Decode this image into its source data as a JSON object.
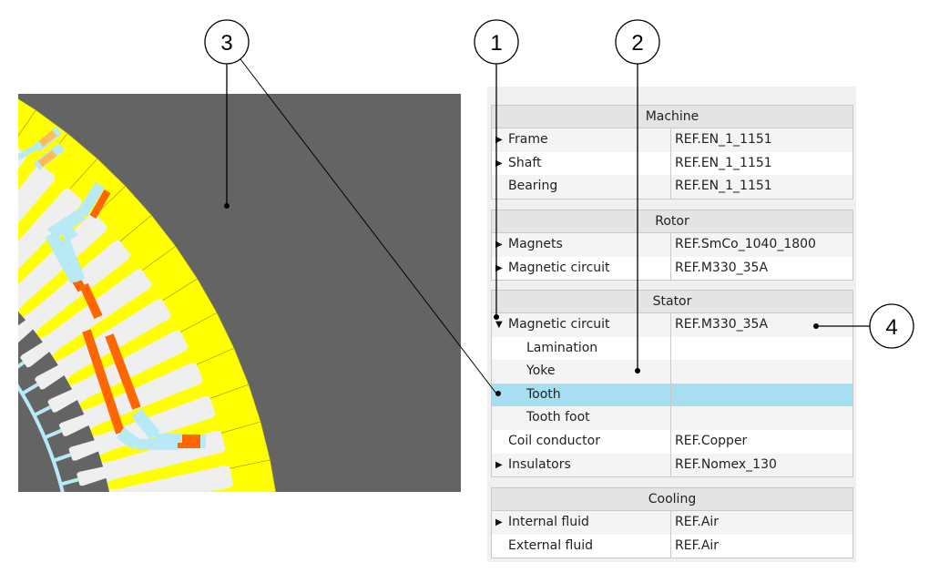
{
  "callouts": [
    {
      "label": "1",
      "target": "expand-arrow"
    },
    {
      "label": "2",
      "target": "name-column"
    },
    {
      "label": "3",
      "target": "tooth-region-and-tooth-row"
    },
    {
      "label": "4",
      "target": "material-value"
    }
  ],
  "diagram": {
    "colors": {
      "background": "#646464",
      "tooth_highlight": "#ffff00",
      "tooth": "#efefef",
      "insulator": "#b7e9f7",
      "conductor": "#ff6600",
      "conductor_alt": "#ffbb55"
    }
  },
  "panel": {
    "groups": [
      {
        "title": "Machine",
        "rows": [
          {
            "arrow": "right",
            "name": "Frame",
            "value": "REF.EN_1_1151"
          },
          {
            "arrow": "right",
            "name": "Shaft",
            "value": "REF.EN_1_1151"
          },
          {
            "arrow": "",
            "name": "Bearing",
            "value": "REF.EN_1_1151"
          }
        ]
      },
      {
        "title": "Rotor",
        "rows": [
          {
            "arrow": "right",
            "name": "Magnets",
            "value": "REF.SmCo_1040_1800"
          },
          {
            "arrow": "right",
            "name": "Magnetic circuit",
            "value": "REF.M330_35A"
          }
        ]
      },
      {
        "title": "Stator",
        "rows": [
          {
            "arrow": "down",
            "name": "Magnetic circuit",
            "value": "REF.M330_35A"
          },
          {
            "arrow": "",
            "name": "Lamination",
            "value": "",
            "sub": true
          },
          {
            "arrow": "",
            "name": "Yoke",
            "value": "",
            "sub": true
          },
          {
            "arrow": "",
            "name": "Tooth",
            "value": "",
            "sub": true,
            "selected": true
          },
          {
            "arrow": "",
            "name": "Tooth foot",
            "value": "",
            "sub": true
          },
          {
            "arrow": "",
            "name": "Coil conductor",
            "value": "REF.Copper"
          },
          {
            "arrow": "right",
            "name": "Insulators",
            "value": "REF.Nomex_130"
          }
        ]
      },
      {
        "title": "Cooling",
        "rows": [
          {
            "arrow": "right",
            "name": "Internal fluid",
            "value": "REF.Air"
          },
          {
            "arrow": "",
            "name": "External fluid",
            "value": "REF.Air"
          }
        ]
      }
    ],
    "arrow_glyphs": {
      "right": "▶",
      "down": "▼"
    },
    "selection_color": "#a6dff2"
  }
}
